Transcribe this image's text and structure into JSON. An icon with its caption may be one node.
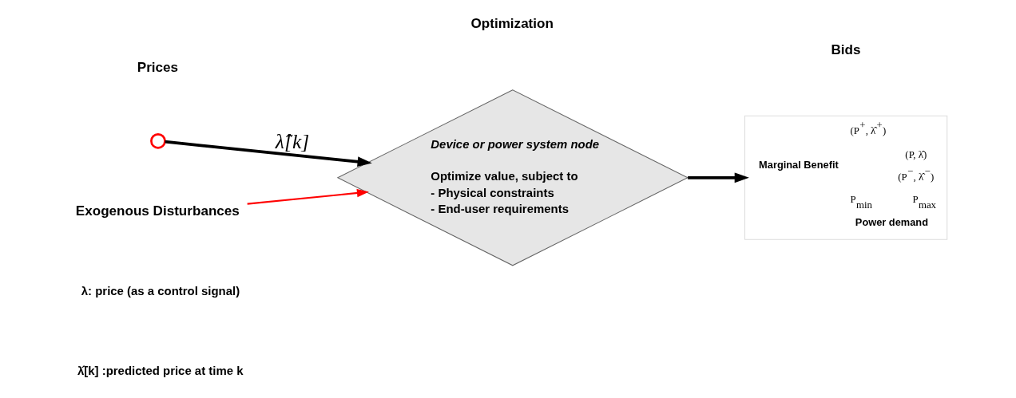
{
  "diagram": {
    "nodes": [
      {
        "text": [],
        "shape": "circle"
      },
      {
        "text": [
          "Device or power system node",
          "Optimize value, subject to",
          "- Physical constraints",
          "- End-user requirements"
        ]
      },
      {
        "text": [
          "Exogenous Disturbances"
        ]
      },
      {
        "text": [
          "(P$^{+}$, λ̂$^{+}$)",
          "Marginal Benefit",
          "(P, λ̂)",
          "(P$^{−}$, λ̂$^{−}$)",
          "P$_{min}$",
          "P$_{max}$",
          "Power demand"
        ]
      }
    ],
    "edges": [
      {
        "from": 0,
        "to": 1,
        "arrow": "to",
        "label": "λ̂[k]"
      },
      {
        "from": 2,
        "to": 1,
        "arrow": "to",
        "color": "#ff0000"
      },
      {
        "from": 1,
        "to": 3,
        "arrow": "to"
      }
    ],
    "labels": [
      "Prices",
      "Optimization",
      "Bids",
      "λ: price (as a control signal)",
      "λ̂[k] :predicted price at time k"
    ]
  }
}
